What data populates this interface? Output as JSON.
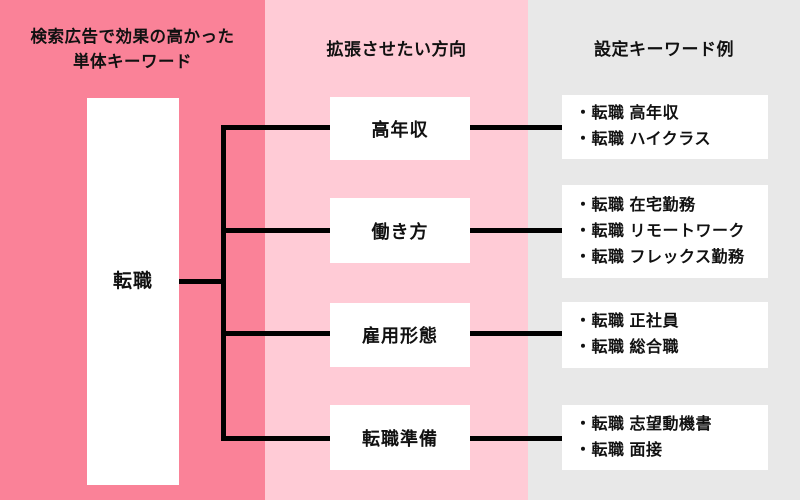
{
  "columns": {
    "source": {
      "header_line1": "検索広告で効果の高かった",
      "header_line2": "単体キーワード",
      "keyword": "転職",
      "bg": "#FA8298"
    },
    "direction": {
      "header": "拡張させたい方向",
      "bg": "#FFCBD6"
    },
    "examples": {
      "header": "設定キーワード例",
      "bg": "#E8E8E8"
    }
  },
  "connector_color": "#000000",
  "rows": [
    {
      "direction": "高年収",
      "keywords": [
        "・転職 高年収",
        "・転職 ハイクラス"
      ]
    },
    {
      "direction": "働き方",
      "keywords": [
        "・転職 在宅勤務",
        "・転職 リモートワーク",
        "・転職 フレックス勤務"
      ]
    },
    {
      "direction": "雇用形態",
      "keywords": [
        "・転職 正社員",
        "・転職 総合職"
      ]
    },
    {
      "direction": "転職準備",
      "keywords": [
        "・転職 志望動機書",
        "・転職 面接"
      ]
    }
  ]
}
